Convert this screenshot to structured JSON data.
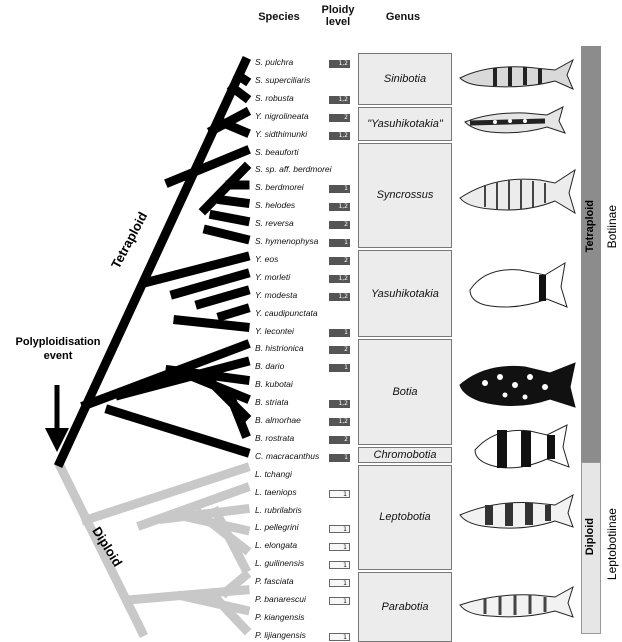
{
  "headers": {
    "species": "Species",
    "ploidy_line1": "Ploidy",
    "ploidy_line2": "level",
    "genus": "Genus"
  },
  "labels": {
    "tetraploid_tree": "Tetraploid",
    "diploid_tree": "Diploid",
    "event_line1": "Polyploidisation",
    "event_line2": "event",
    "right_tetraploid": "Tetraploid",
    "right_diploid": "Diploid",
    "botiinae": "Botiinae",
    "leptobotiinae": "Leptobotiinae"
  },
  "species": [
    {
      "name": "S. pulchra",
      "ploidy": "1,2",
      "group": "T"
    },
    {
      "name": "S. superciliaris",
      "ploidy": "",
      "group": "T"
    },
    {
      "name": "S. robusta",
      "ploidy": "1,2",
      "group": "T"
    },
    {
      "name": "Y. nigrolineata",
      "ploidy": "2",
      "group": "T"
    },
    {
      "name": "Y. sidthimunki",
      "ploidy": "1,2",
      "group": "T"
    },
    {
      "name": "S. beauforti",
      "ploidy": "",
      "group": "T"
    },
    {
      "name": "S. sp. aff. berdmorei",
      "ploidy": "",
      "group": "T"
    },
    {
      "name": "S. berdmorei",
      "ploidy": "1",
      "group": "T"
    },
    {
      "name": "S. helodes",
      "ploidy": "1,2",
      "group": "T"
    },
    {
      "name": "S. reversa",
      "ploidy": "2",
      "group": "T"
    },
    {
      "name": "S. hymenophysa",
      "ploidy": "1",
      "group": "T"
    },
    {
      "name": "Y. eos",
      "ploidy": "2",
      "group": "T"
    },
    {
      "name": "Y. morleti",
      "ploidy": "1,2",
      "group": "T"
    },
    {
      "name": "Y. modesta",
      "ploidy": "1,2",
      "group": "T"
    },
    {
      "name": "Y. caudipunctata",
      "ploidy": "",
      "group": "T"
    },
    {
      "name": "Y. lecontei",
      "ploidy": "1",
      "group": "T"
    },
    {
      "name": "B. histrionica",
      "ploidy": "2",
      "group": "T"
    },
    {
      "name": "B. dario",
      "ploidy": "1",
      "group": "T"
    },
    {
      "name": "B. kubotai",
      "ploidy": "",
      "group": "T"
    },
    {
      "name": "B. striata",
      "ploidy": "1,2",
      "group": "T"
    },
    {
      "name": "B. almorhae",
      "ploidy": "1,2",
      "group": "T"
    },
    {
      "name": "B. rostrata",
      "ploidy": "2",
      "group": "T"
    },
    {
      "name": "C. macracanthus",
      "ploidy": "1",
      "group": "T"
    },
    {
      "name": "L. tchangi",
      "ploidy": "",
      "group": "D"
    },
    {
      "name": "L. taeniops",
      "ploidy": "1",
      "group": "D"
    },
    {
      "name": "L. rubrilabris",
      "ploidy": "",
      "group": "D"
    },
    {
      "name": "L. pellegrini",
      "ploidy": "1",
      "group": "D"
    },
    {
      "name": "L. elongata",
      "ploidy": "1",
      "group": "D"
    },
    {
      "name": "L. guilinensis",
      "ploidy": "1",
      "group": "D"
    },
    {
      "name": "P. fasciata",
      "ploidy": "1",
      "group": "D"
    },
    {
      "name": "P. banarescui",
      "ploidy": "1",
      "group": "D"
    },
    {
      "name": "P. kiangensis",
      "ploidy": "",
      "group": "D"
    },
    {
      "name": "P. lijiangensis",
      "ploidy": "1",
      "group": "D"
    }
  ],
  "genera": [
    {
      "name": "Sinibotia",
      "first": 0,
      "last": 2
    },
    {
      "name": "\"Yasuhikotakia\"",
      "first": 3,
      "last": 4
    },
    {
      "name": "Syncrossus",
      "first": 5,
      "last": 10
    },
    {
      "name": "Yasuhikotakia",
      "first": 11,
      "last": 15
    },
    {
      "name": "Botia",
      "first": 16,
      "last": 21
    },
    {
      "name": "Chromobotia",
      "first": 22,
      "last": 22
    },
    {
      "name": "Leptobotia",
      "first": 23,
      "last": 28
    },
    {
      "name": "Parabotia",
      "first": 29,
      "last": 32
    }
  ],
  "colors": {
    "tetraploid": "#000000",
    "diploid": "#c8c8c8",
    "ploidy_dark": "#555555",
    "genus_fill": "#ececec",
    "bar_tetraploid": "#8c8c8c",
    "bar_diploid": "#e6e6e6"
  }
}
